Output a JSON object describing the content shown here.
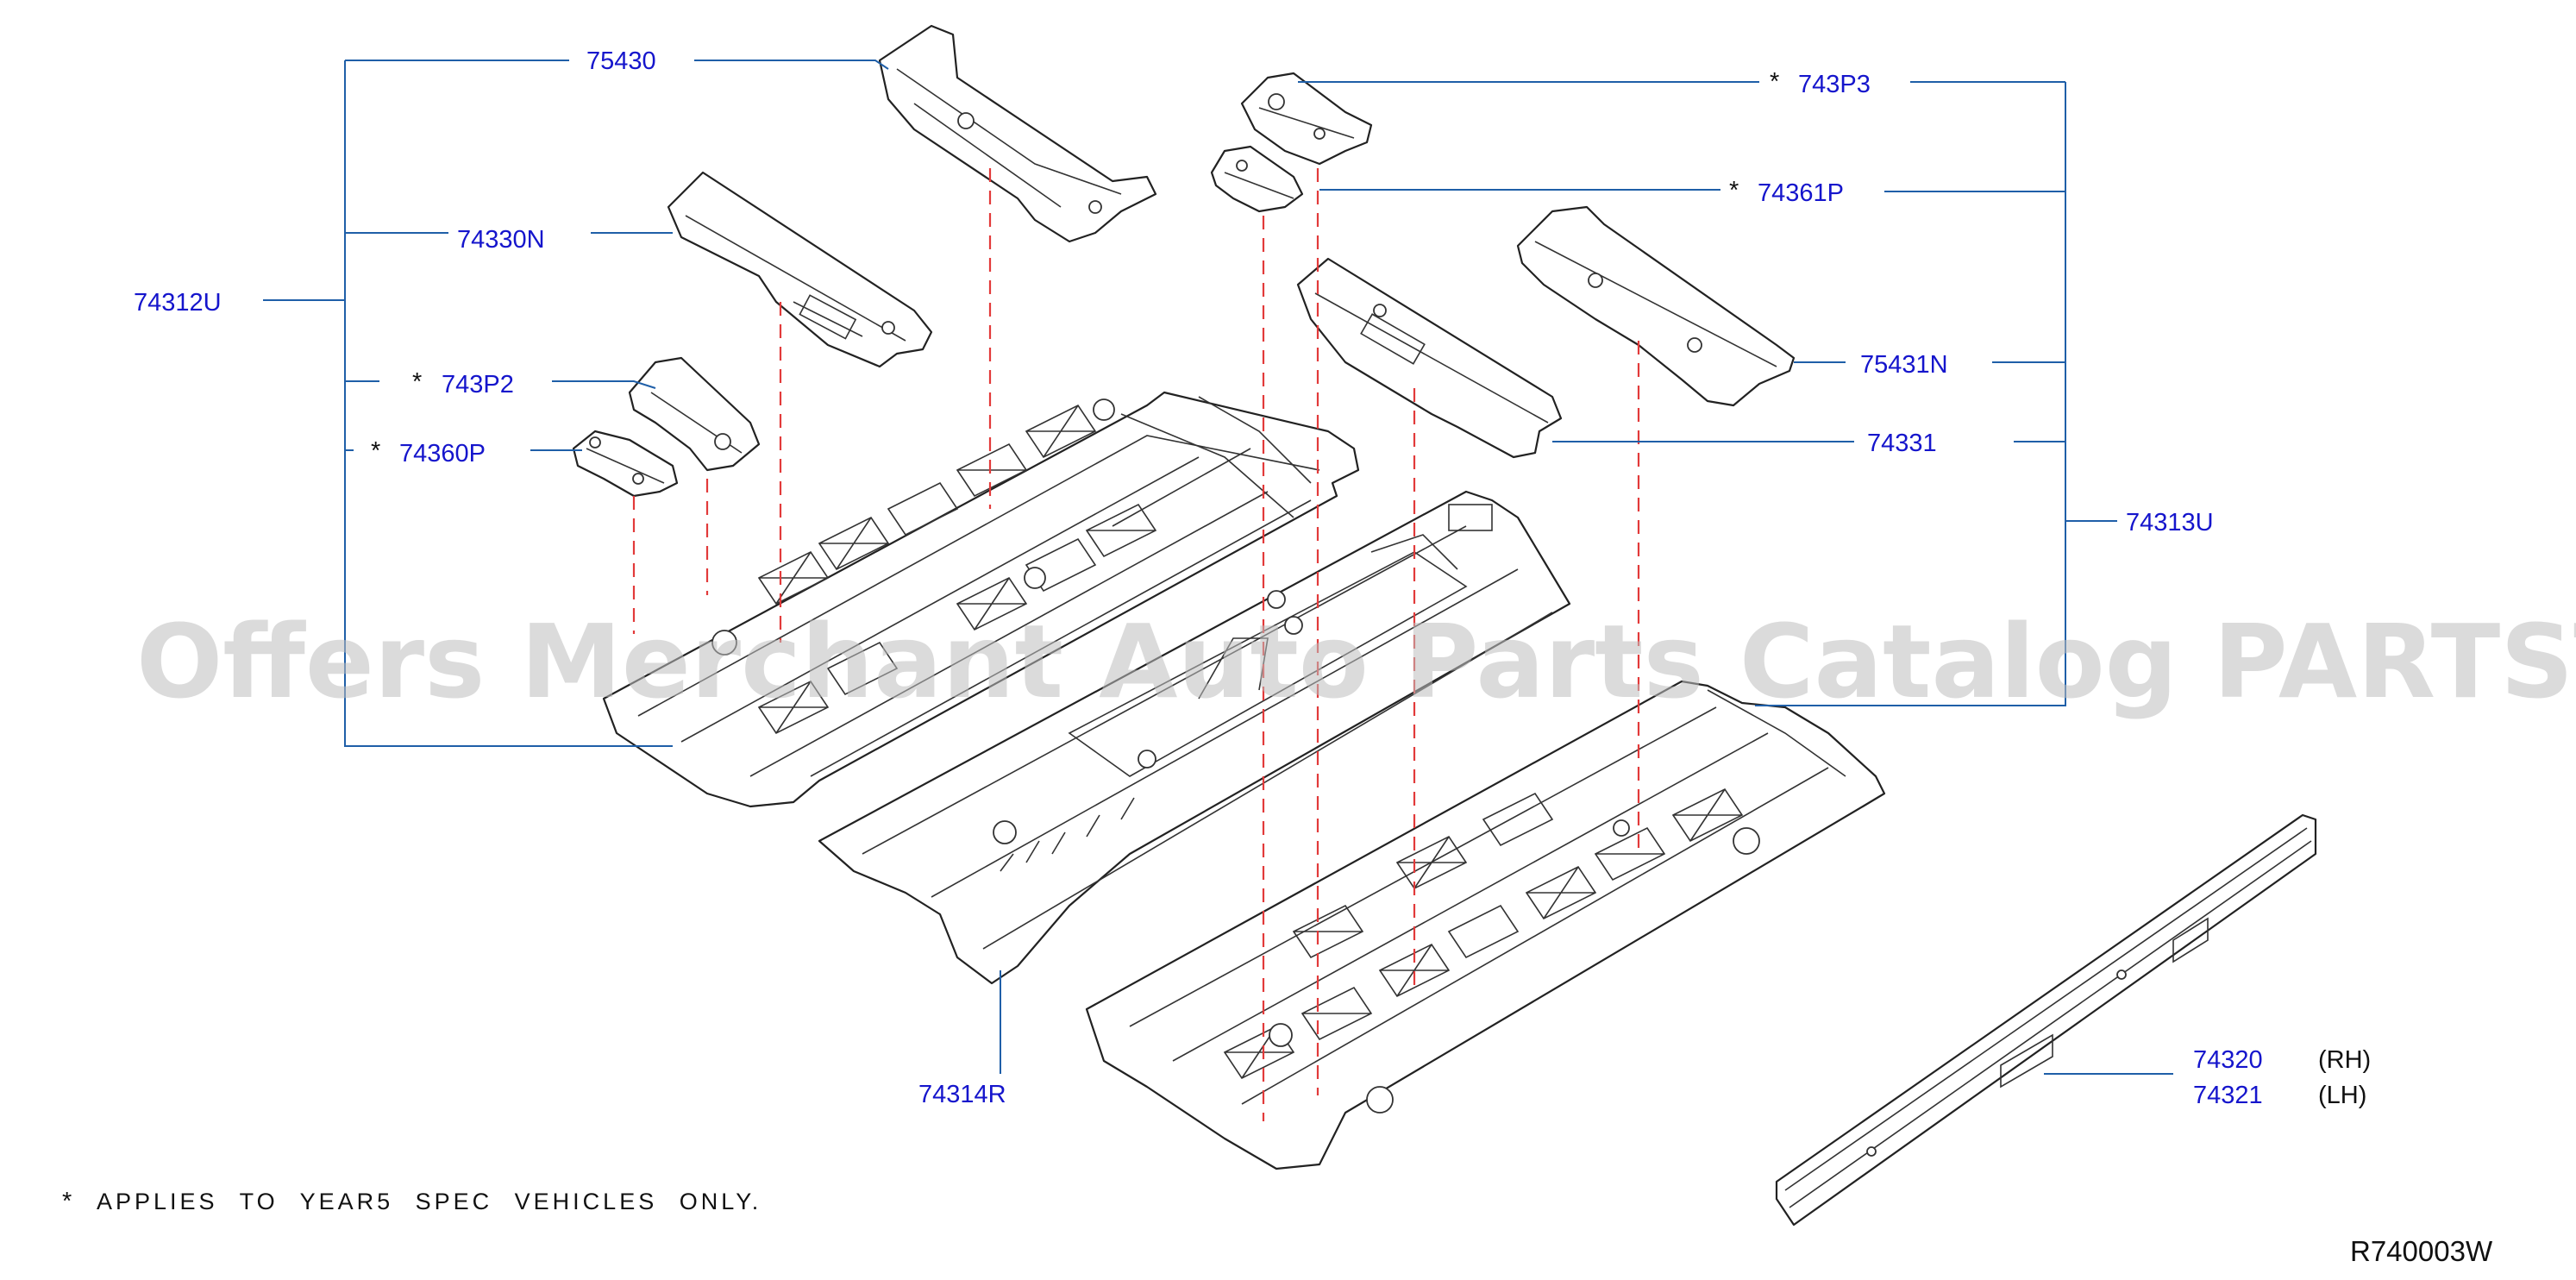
{
  "labels": {
    "p75430": "75430",
    "p74330N": "74330N",
    "p74312U": "74312U",
    "p743P2": "743P2",
    "p74360P": "74360P",
    "p743P3": "743P3",
    "p74361P": "74361P",
    "p75431N": "75431N",
    "p74331": "74331",
    "p74313U": "74313U",
    "p74314R": "74314R",
    "p74320": "74320",
    "p74321": "74321",
    "rh": "(RH)",
    "lh": "(LH)"
  },
  "asterisk": "*",
  "footnote": "APPLIES TO YEAR5 SPEC VEHICLES ONLY.",
  "drawing_code": "R740003W",
  "watermark": "Offers Merchant Auto Parts Catalog PARTSTORE.SA",
  "colors": {
    "label_text": "#1515cc",
    "leader_line": "#1f5fa8",
    "dashed_line": "#e23a3a",
    "watermark": "#bdbdbd"
  }
}
